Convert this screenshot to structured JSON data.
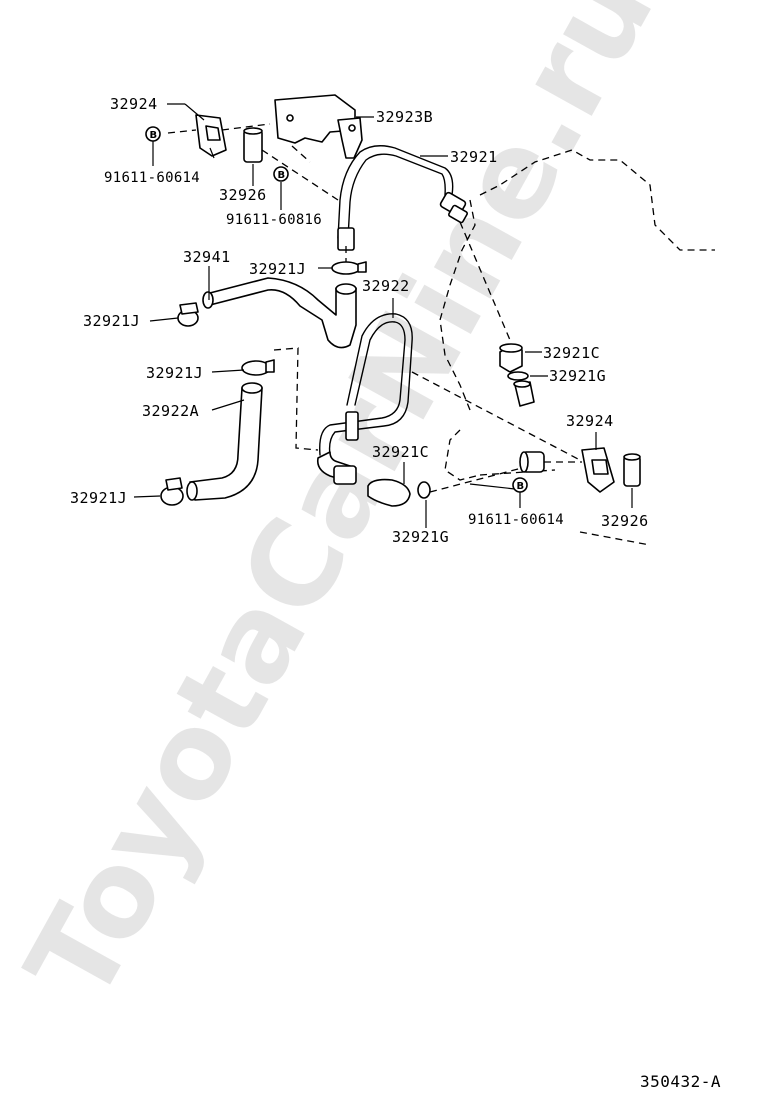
{
  "watermark": "ToyotaCarNine.ru",
  "bolt_symbol": "B",
  "labels": {
    "p32924_top": "32924",
    "p32923b": "32923B",
    "p32921": "32921",
    "p91611_60614_top": "91611-60614",
    "p32926_top": "32926",
    "p91611_60816": "91611-60816",
    "p32941": "32941",
    "p32921j_a": "32921J",
    "p32921j_b": "32921J",
    "p32922": "32922",
    "p32921j_c": "32921J",
    "p32921c_right": "32921C",
    "p32921g_right": "32921G",
    "p32922a": "32922A",
    "p32924_right": "32924",
    "p32921c_mid": "32921C",
    "p32921j_d": "32921J",
    "p91611_60614_right": "91611-60614",
    "p32926_right": "32926",
    "p32921g_mid": "32921G"
  },
  "figure_ref": "350432-A"
}
